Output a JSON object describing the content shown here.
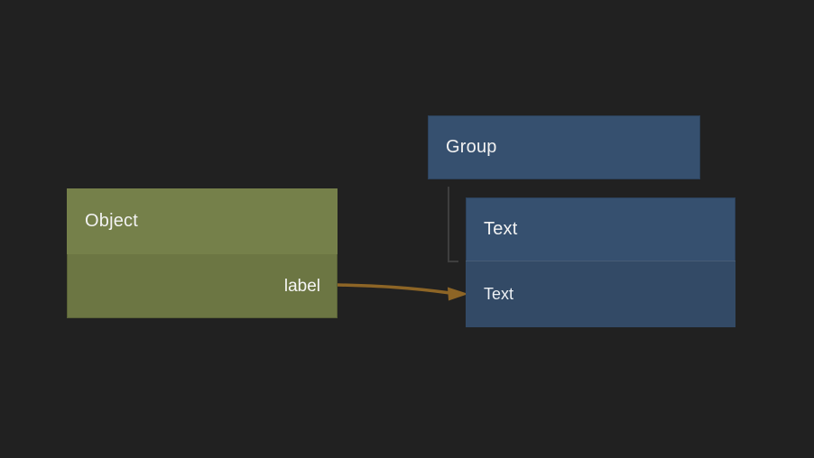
{
  "canvas": {
    "background_color": "#212121"
  },
  "nodes": {
    "object": {
      "title": "Object",
      "header_color": "#75804a",
      "body_color": "#6c7643",
      "output_port": {
        "label": "label",
        "color": "#8a6428"
      }
    },
    "group": {
      "title": "Group",
      "color": "#36506f"
    },
    "text": {
      "title": "Text",
      "header_color": "#36506f",
      "row_color": "#334a66",
      "rows": [
        {
          "label": "Text"
        }
      ]
    }
  },
  "connections": {
    "wire": {
      "from": "Object label",
      "to": "Text row",
      "color": "#8d6526"
    },
    "hierarchy": {
      "from": "Group",
      "to": "Text",
      "color": "#3e3e3e"
    }
  }
}
